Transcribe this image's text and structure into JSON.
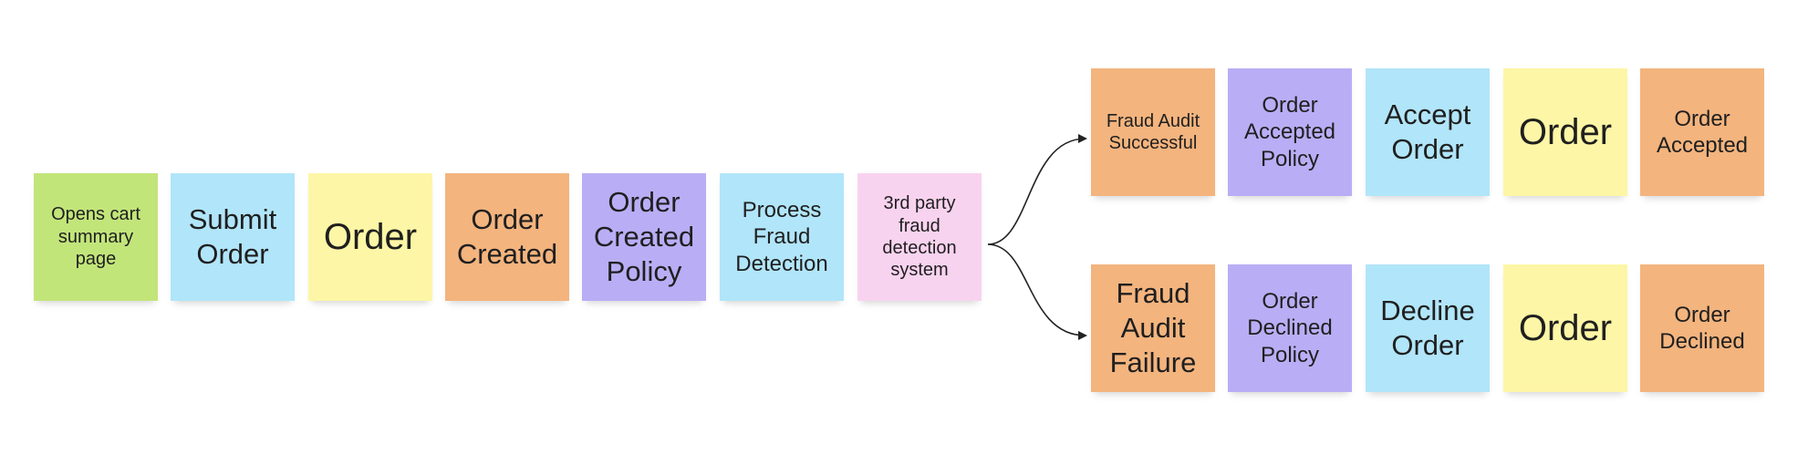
{
  "notes": {
    "opens_cart": "Opens cart summary page",
    "submit_order": "Submit Order",
    "order_1": "Order",
    "order_created": "Order Created",
    "order_created_policy": "Order Created Policy",
    "process_fraud": "Process Fraud Detection",
    "third_party": "3rd party fraud detection system",
    "fraud_audit_successful": "Fraud Audit Successful",
    "order_accepted_policy": "Order Accepted Policy",
    "accept_order": "Accept Order",
    "order_2": "Order",
    "order_accepted": "Order Accepted",
    "fraud_audit_failure": "Fraud Audit Failure",
    "order_declined_policy": "Order Declined Policy",
    "decline_order": "Decline Order",
    "order_3": "Order",
    "order_declined": "Order Declined"
  },
  "colors": {
    "green": "#c2e57a",
    "blue": "#b1e5f9",
    "yellow": "#fdf6a6",
    "orange": "#f3b47e",
    "purple": "#b9aef5",
    "pink": "#f8d3ef",
    "connector": "#222222"
  }
}
